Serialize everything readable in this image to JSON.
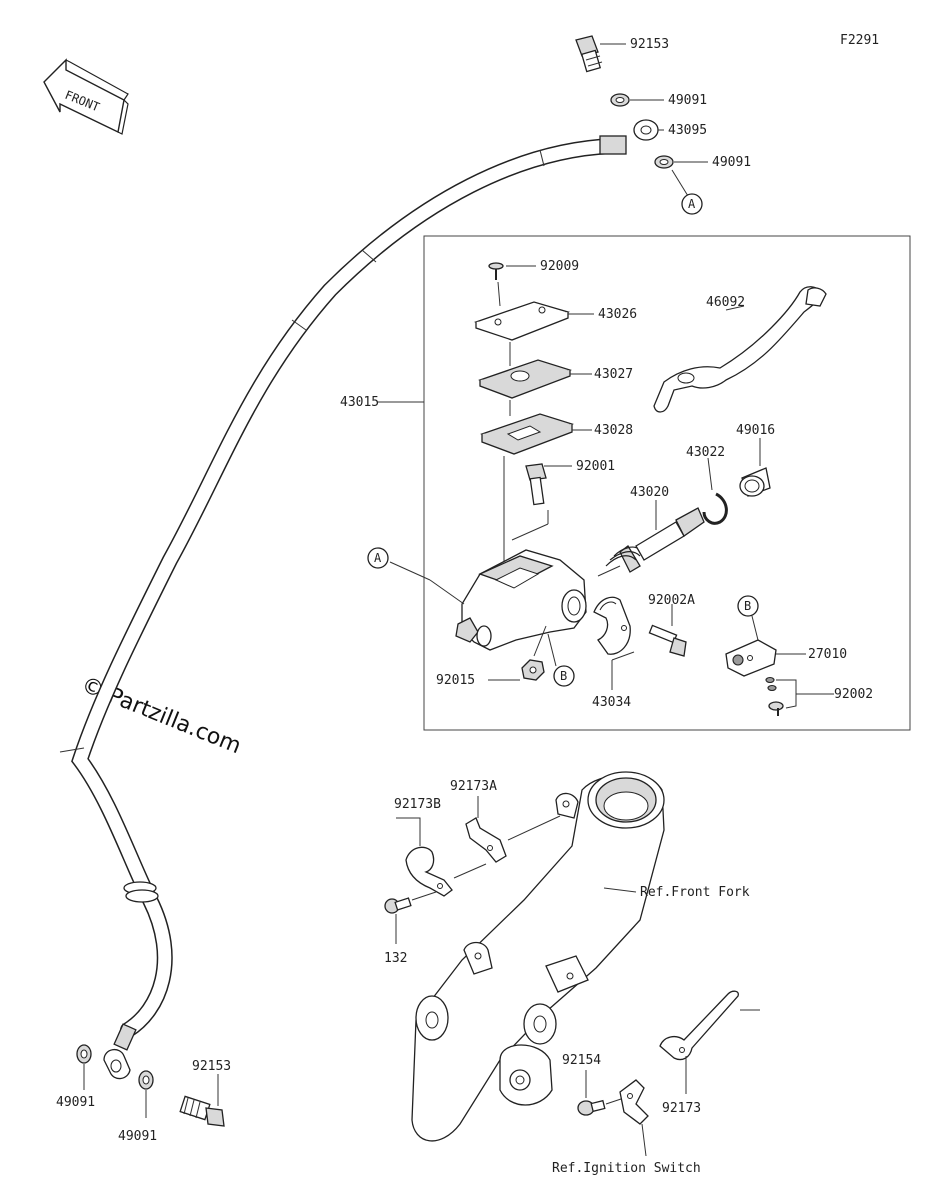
{
  "diagram": {
    "code": "F2291",
    "front_label": "FRONT",
    "watermark": "© Partzilla.com",
    "group_label": "43015",
    "parts": {
      "top_bolt": "92153",
      "top_washer_1": "49091",
      "banjo_top": "43095",
      "top_washer_2": "49091",
      "screw_cap": "92009",
      "cap": "43026",
      "plate": "43027",
      "diaphragm": "43028",
      "lever": "46092",
      "pivot_bolt": "92001",
      "bushing": "49016",
      "circlip": "43022",
      "piston": "43020",
      "holder_bolt": "92002A",
      "holder": "43034",
      "nut": "92015",
      "switch": "27010",
      "switch_screw": "92002",
      "clamp_a": "92173A",
      "clamp_b": "92173B",
      "clamp_bolt": "132",
      "fork_ref": "Ref.Front Fork",
      "bottom_screw": "92154",
      "bottom_clamp": "92173",
      "ignition_ref": "Ref.Ignition Switch",
      "bottom_washer_1": "49091",
      "bottom_washer_2": "49091",
      "bottom_bolt": "92153"
    },
    "markers": {
      "a_top": "A",
      "a_mid": "A",
      "b_mid": "B",
      "b_right": "B"
    }
  }
}
